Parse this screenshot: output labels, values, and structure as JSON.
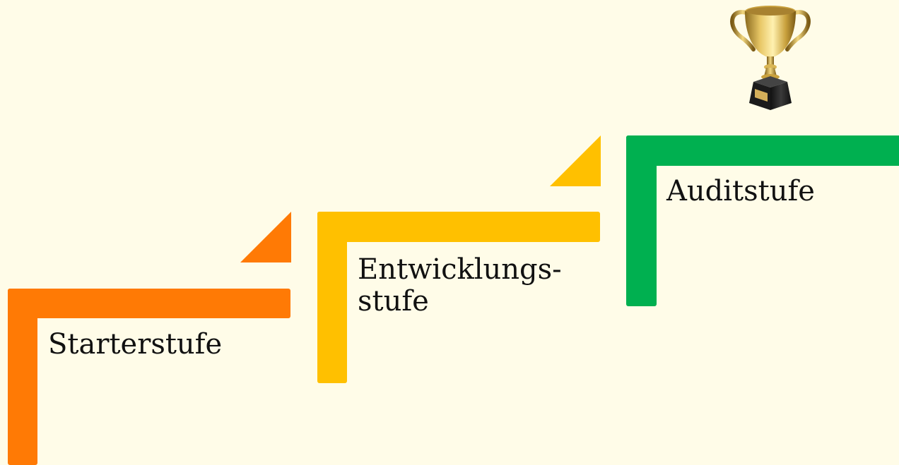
{
  "colors": {
    "background": "#FFFCE8",
    "starter": "#FF7A05",
    "development": "#FFC000",
    "audit": "#00B050"
  },
  "steps": [
    {
      "label": "Starterstufe"
    },
    {
      "label_line1": "Entwicklungs-",
      "label_line2": "stufe"
    },
    {
      "label": "Auditstufe"
    }
  ],
  "icons": {
    "goal": "trophy-icon"
  }
}
